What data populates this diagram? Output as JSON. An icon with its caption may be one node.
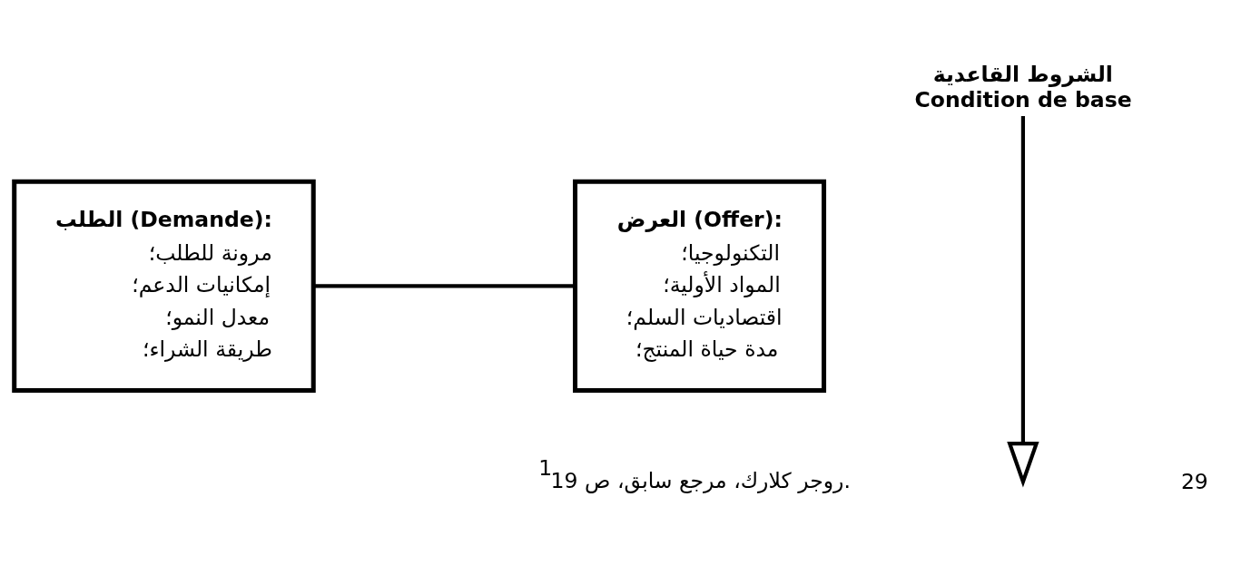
{
  "diagram": {
    "nodes": [
      {
        "text": [
          "العرض (Offer):",
          "التكنولوجيا؛",
          "المواد الأولية؛",
          "اقتصاديات السلم؛",
          "مدة حياة المنتج؛"
        ]
      },
      {
        "text": [
          "الشروط القاعدية",
          "Condition de base"
        ]
      },
      {
        "text": [
          "الطلب (Demande):",
          "مرونة للطلب؛",
          "إمكانيات الدعم؛",
          "معدل النمو؛",
          "طريقة الشراء؛"
        ]
      }
    ],
    "edges": [
      {
        "from": 2,
        "to": 0,
        "arrow": "none"
      },
      {
        "from": 1,
        "to": null,
        "arrow": "to"
      }
    ],
    "labels": [
      "$^{1}$ روجر كلارك، مرجع سابق، ص 19.",
      "29"
    ]
  }
}
